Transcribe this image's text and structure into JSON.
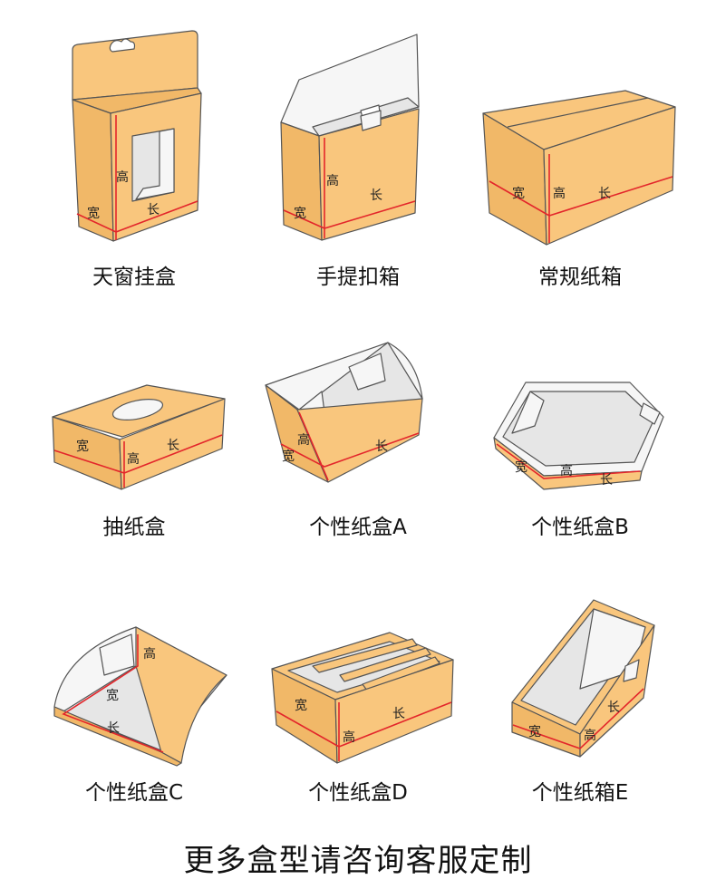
{
  "colors": {
    "box": "#F9C67D",
    "box_shade": "#F1B868",
    "dimension_line": "#E3262B",
    "inside": "#E6E6E6"
  },
  "dimension_labels": {
    "width": "宽",
    "height": "高",
    "length": "长"
  },
  "boxes": [
    {
      "name": "天窗挂盒"
    },
    {
      "name": "手提扣箱"
    },
    {
      "name": "常规纸箱"
    },
    {
      "name": "抽纸盒"
    },
    {
      "name": "个性纸盒A"
    },
    {
      "name": "个性纸盒B"
    },
    {
      "name": "个性纸盒C"
    },
    {
      "name": "个性纸盒D"
    },
    {
      "name": "个性纸箱E"
    }
  ],
  "footer": "更多盒型请咨询客服定制"
}
